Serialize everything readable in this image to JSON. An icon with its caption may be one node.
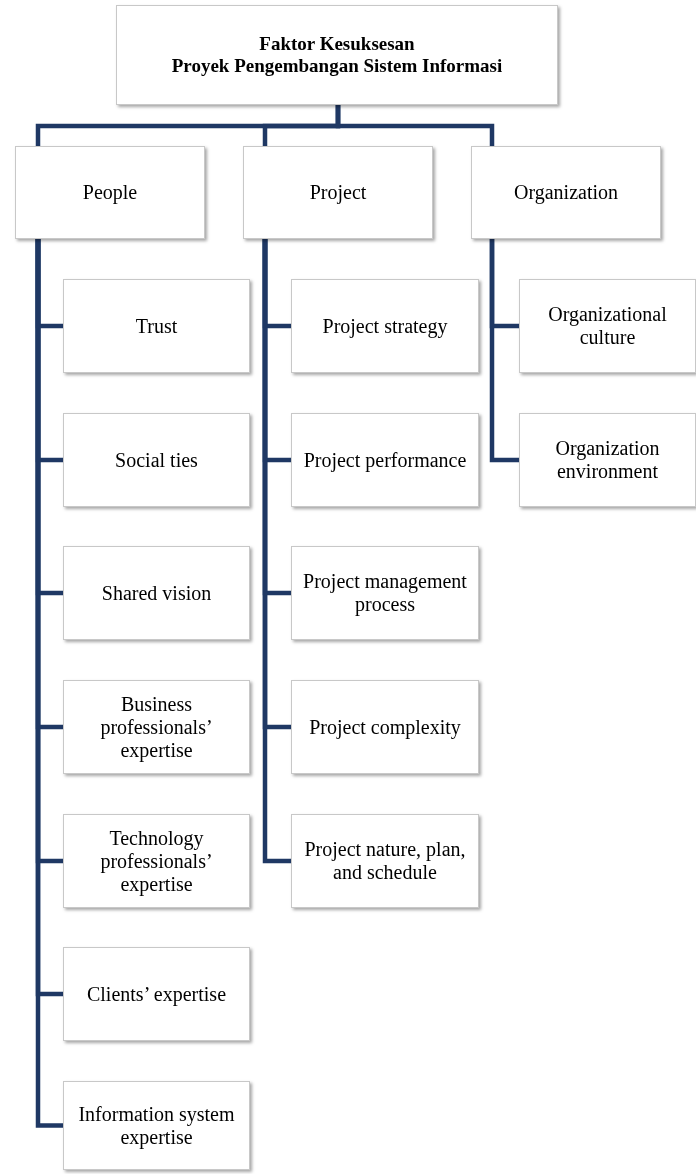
{
  "diagram": {
    "nodes": [
      {
        "text": [
          "Faktor Kesuksesan",
          "Proyek Pengembangan Sistem Informasi"
        ]
      },
      {
        "text": [
          "People"
        ]
      },
      {
        "text": [
          "Project"
        ]
      },
      {
        "text": [
          "Organization"
        ]
      },
      {
        "text": [
          "Trust"
        ]
      },
      {
        "text": [
          "Social ties"
        ]
      },
      {
        "text": [
          "Shared vision"
        ]
      },
      {
        "text": [
          "Business professionals’ expertise"
        ]
      },
      {
        "text": [
          "Technology professionals’ expertise"
        ]
      },
      {
        "text": [
          "Clients’ expertise"
        ]
      },
      {
        "text": [
          "Information system expertise"
        ]
      },
      {
        "text": [
          "Project strategy"
        ]
      },
      {
        "text": [
          "Project performance"
        ]
      },
      {
        "text": [
          "Project management process"
        ]
      },
      {
        "text": [
          "Project complexity"
        ]
      },
      {
        "text": [
          "Project nature, plan, and schedule"
        ]
      },
      {
        "text": [
          "Organizational culture"
        ]
      },
      {
        "text": [
          "Organization environment"
        ]
      }
    ],
    "edges": [
      {
        "from": 0,
        "to": 1,
        "arrow": "none"
      },
      {
        "from": 0,
        "to": 2,
        "arrow": "none"
      },
      {
        "from": 0,
        "to": 3,
        "arrow": "none"
      },
      {
        "from": 1,
        "to": 4,
        "arrow": "none"
      },
      {
        "from": 1,
        "to": 5,
        "arrow": "none"
      },
      {
        "from": 1,
        "to": 6,
        "arrow": "none"
      },
      {
        "from": 1,
        "to": 7,
        "arrow": "none"
      },
      {
        "from": 1,
        "to": 8,
        "arrow": "none"
      },
      {
        "from": 1,
        "to": 9,
        "arrow": "none"
      },
      {
        "from": 1,
        "to": 10,
        "arrow": "none"
      },
      {
        "from": 2,
        "to": 11,
        "arrow": "none"
      },
      {
        "from": 2,
        "to": 12,
        "arrow": "none"
      },
      {
        "from": 2,
        "to": 13,
        "arrow": "none"
      },
      {
        "from": 2,
        "to": 14,
        "arrow": "none"
      },
      {
        "from": 2,
        "to": 15,
        "arrow": "none"
      },
      {
        "from": 3,
        "to": 16,
        "arrow": "none"
      },
      {
        "from": 3,
        "to": 17,
        "arrow": "none"
      }
    ]
  }
}
